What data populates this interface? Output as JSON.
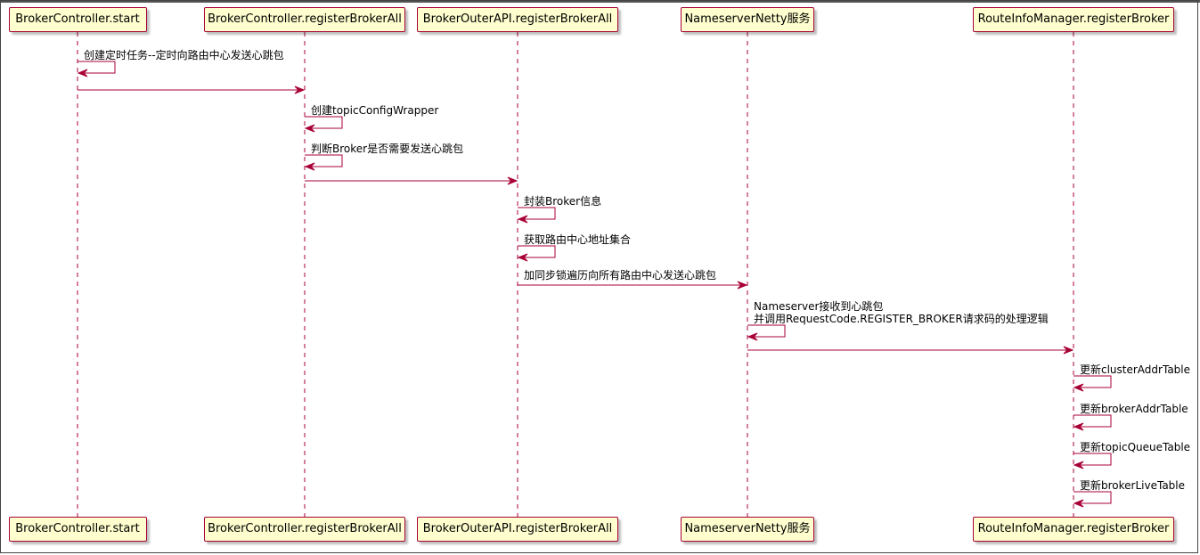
{
  "participants": [
    "BrokerController.start",
    "BrokerController.registerBrokerAll",
    "BrokerOuterAPI.registerBrokerAll",
    "NameserverNetty服务",
    "RouteInfoManager.registerBroker"
  ],
  "messages": [
    {
      "from": 0,
      "to": 0,
      "text": [
        "创建定时任务--定时向路由中心发送心跳包"
      ]
    },
    {
      "from": 0,
      "to": 1,
      "text": []
    },
    {
      "from": 1,
      "to": 1,
      "text": [
        "创建topicConfigWrapper"
      ]
    },
    {
      "from": 1,
      "to": 1,
      "text": [
        "判断Broker是否需要发送心跳包"
      ]
    },
    {
      "from": 1,
      "to": 2,
      "text": []
    },
    {
      "from": 2,
      "to": 2,
      "text": [
        "封装Broker信息"
      ]
    },
    {
      "from": 2,
      "to": 2,
      "text": [
        "获取路由中心地址集合"
      ]
    },
    {
      "from": 2,
      "to": 3,
      "text": [
        "加同步锁遍历向所有路由中心发送心跳包"
      ]
    },
    {
      "from": 3,
      "to": 3,
      "text": [
        "Nameserver接收到心跳包",
        "并调用RequestCode.REGISTER_BROKER请求码的处理逻辑"
      ]
    },
    {
      "from": 3,
      "to": 4,
      "text": []
    },
    {
      "from": 4,
      "to": 4,
      "text": [
        "更新clusterAddrTable"
      ]
    },
    {
      "from": 4,
      "to": 4,
      "text": [
        "更新brokerAddrTable"
      ]
    },
    {
      "from": 4,
      "to": 4,
      "text": [
        "更新topicQueueTable"
      ]
    },
    {
      "from": 4,
      "to": 4,
      "text": [
        "更新brokerLiveTable"
      ]
    }
  ],
  "colors": {
    "line": "#A80036",
    "box": "#FEFECE",
    "border": "#A80036"
  }
}
